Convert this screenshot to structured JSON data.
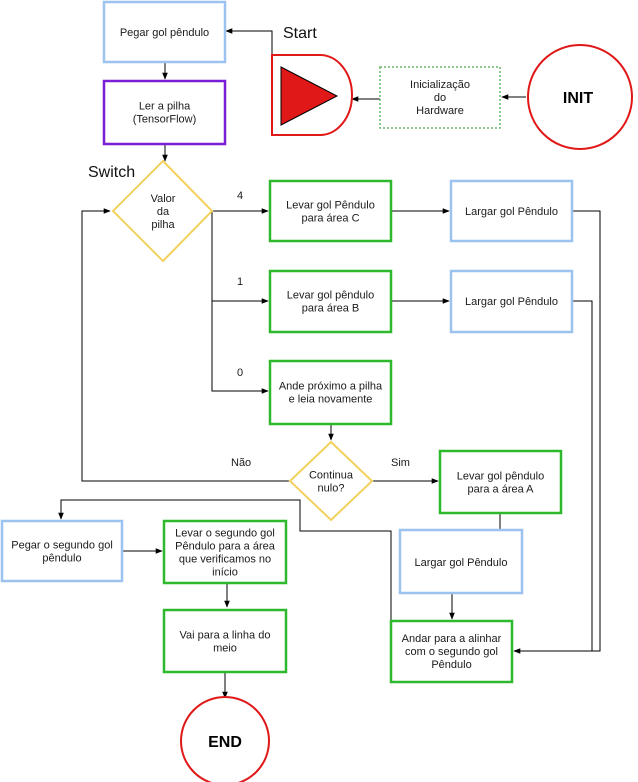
{
  "labels": {
    "start": "Start",
    "switch": "Switch",
    "init": "INIT",
    "end": "END",
    "edge_4": "4",
    "edge_1": "1",
    "edge_0": "0",
    "edge_nao": "Não",
    "edge_sim": "Sim"
  },
  "nodes": {
    "pegar_gol": [
      "Pegar gol pêndulo"
    ],
    "ler_pilha": [
      "Ler a pilha",
      "(TensorFlow)"
    ],
    "init_hw": [
      "Inicialização",
      "do",
      "Hardware"
    ],
    "valor_pilha": [
      "Valor",
      "da",
      "pilha"
    ],
    "levar_c": [
      "Levar  gol Pêndulo",
      "para área C"
    ],
    "largar_c": [
      "Largar gol Pêndulo"
    ],
    "levar_b": [
      "Levar gol pêndulo",
      "para área B"
    ],
    "largar_b": [
      "Largar gol Pêndulo"
    ],
    "ande": [
      "Ande próximo a pilha",
      "e leia novamente"
    ],
    "continua": [
      "Continua",
      "nulo?"
    ],
    "levar_a": [
      "Levar gol pêndulo",
      "para a área A"
    ],
    "largar_a": [
      "Largar gol Pêndulo"
    ],
    "pegar_segundo": [
      "Pegar o segundo gol",
      "pêndulo"
    ],
    "levar_segundo": [
      "Levar o segundo gol",
      "Pêndulo para a área",
      "que verificamos no",
      "início"
    ],
    "linha_meio": [
      "Vai para a linha do",
      "meio"
    ],
    "andar_alinhar": [
      "Andar para a alinhar",
      "com o segundo gol",
      "Pêndulo"
    ]
  },
  "colors": {
    "blue": "#9cc3f0",
    "purple": "#7b1fd6",
    "green": "#2db82d",
    "dotted_green": "#68b868",
    "yellow": "#f2d15c",
    "red": "#e01818",
    "line": "#000000"
  }
}
